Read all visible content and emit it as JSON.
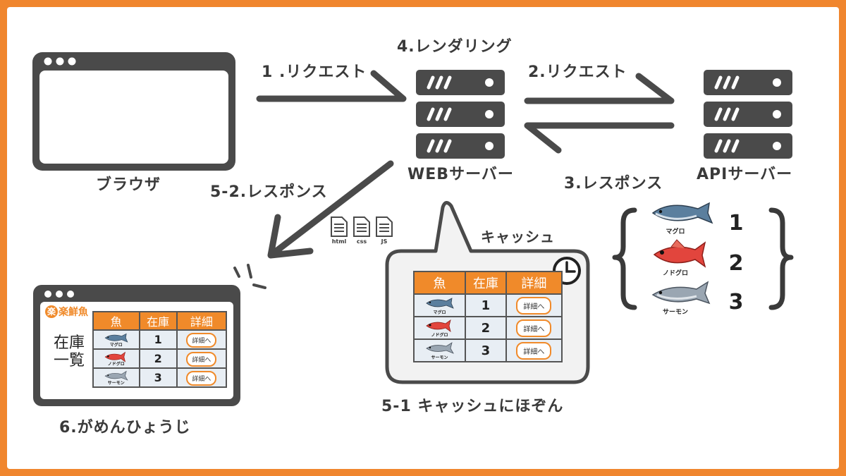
{
  "labels": {
    "browser": "ブラウザ",
    "web_server": "WEBサーバー",
    "api_server": "APIサーバー",
    "rendering": "4.レンダリング",
    "request1": "1 .リクエスト",
    "request2": "2.リクエスト",
    "response3": "3.レスポンス",
    "response52": "5-2.レスポンス",
    "cache": "キャッシュ",
    "cache_save": "5-1 キャッシュにほぞん",
    "display": "6.がめんひょうじ",
    "file_html": "html",
    "file_css": "css",
    "file_js": "JS"
  },
  "shop": {
    "mark": "楽",
    "name": "楽鮮魚"
  },
  "stock_title": "在庫一覧",
  "table": {
    "headers": [
      "魚",
      "在庫",
      "詳細"
    ],
    "detail_label": "詳細へ",
    "rows": [
      {
        "fish": "マグロ",
        "stock": "1"
      },
      {
        "fish": "ノドグロ",
        "stock": "2"
      },
      {
        "fish": "サーモン",
        "stock": "3"
      }
    ]
  },
  "api_data": [
    {
      "fish": "マグロ",
      "value": "1"
    },
    {
      "fish": "ノドグロ",
      "value": "2"
    },
    {
      "fish": "サーモン",
      "value": "3"
    }
  ],
  "colors": {
    "border": "#f0862e",
    "accent": "#f08a2a",
    "dark": "#4a4a4a",
    "cell": "#e8eef4"
  }
}
